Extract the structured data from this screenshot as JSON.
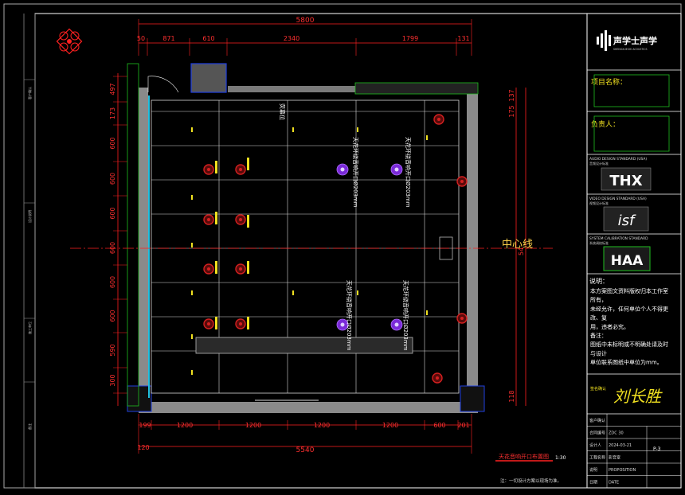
{
  "drawing": {
    "top_dims": {
      "total": "5800",
      "segments": [
        "50",
        "871",
        "610",
        "2340",
        "1799",
        "131"
      ]
    },
    "bottom_dims": {
      "segments": [
        "199",
        "1200",
        "1200",
        "1200",
        "1200",
        "600",
        "201"
      ],
      "left_offset": "120",
      "total": "5540"
    },
    "left_dims": [
      "497",
      "173",
      "600",
      "600",
      "600",
      "600",
      "600",
      "600",
      "590",
      "300"
    ],
    "right_dims": [
      "137",
      "175",
      "54",
      "118"
    ],
    "center_line_label": "中心线",
    "screen_label": "荧幕位",
    "speaker_labels": [
      "天花环绕音响开口Ø203mm",
      "天花环绕音响开口Ø203mm",
      "天花环绕音响开口Ø203mm",
      "天花环绕音响开口Ø203mm"
    ],
    "plan_title": "天花音响开口布置图",
    "plan_scale": "1:30",
    "bottom_note": "注：一切设计方案以现场为准。",
    "left_strip_labels": [
      "客户确认",
      "设计说明",
      "施工单位",
      "备注"
    ]
  },
  "title_block": {
    "logo_name": "声学士声学",
    "logo_sub": "SHENGXUESHI ACOUSTICS",
    "project_label": "项目名称：",
    "owner_label": "负责人：",
    "standards": [
      {
        "title": "AUDIO DESIGN STANDARD (USA)",
        "sub": "音频设计标准",
        "logo": "THX"
      },
      {
        "title": "VIDEO DESIGN STANDARD (USA)",
        "sub": "视频设计标准",
        "logo": "isf"
      },
      {
        "title": "SYSTEM CALIBRATION STANDARD",
        "sub": "系统调校标准",
        "logo": "HAA"
      }
    ],
    "notes_title": "说明：",
    "notes": [
      "本方案图文资料版权归本工作室",
      "所有，",
      "未经允许，任何单位个人不得更",
      "改、复",
      "用，违者必究。",
      "备注：",
      "图纸中未标明或不明确处请及时",
      "与设计",
      "单位联系图纸中单位为mm。"
    ],
    "signature_label": "签名确认",
    "signature": "刘长胜",
    "info_rows": [
      {
        "label": "客户确认",
        "value": ""
      },
      {
        "label": "合同编号",
        "value": "ZDC 30"
      },
      {
        "label": "设计人",
        "value": "2024-03-21"
      },
      {
        "label": "工程名称",
        "value": "影音室"
      },
      {
        "label": "说明",
        "value": "PROPOSITION"
      },
      {
        "label": "日期",
        "value": "DATE"
      }
    ],
    "page_number": "P-3"
  },
  "colors": {
    "background": "#000000",
    "frame": "#ffffff",
    "dimension": "#ff2020",
    "wall": "#8a8a8a",
    "grid": "#d8d8d8",
    "speaker_red": "#d42020",
    "speaker_purple": "#7a2ad8",
    "marker_yellow": "#f0e020",
    "center_line": "#ffd24a",
    "green": "#20c020",
    "blue": "#2040e0"
  }
}
